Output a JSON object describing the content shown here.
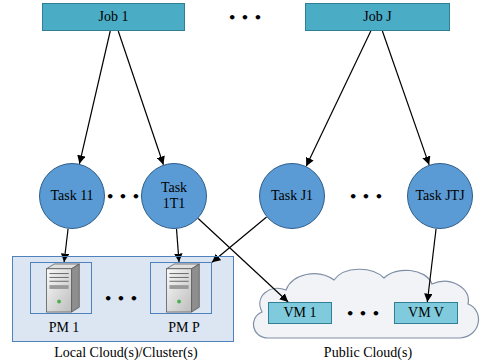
{
  "diagram": {
    "nodes": [
      {
        "text": [
          "Job 1"
        ]
      },
      {
        "text": [
          "Job J"
        ]
      },
      {
        "text": [
          "Task 11"
        ]
      },
      {
        "text": [
          "Task 1T1"
        ]
      },
      {
        "text": [
          "Task J1"
        ]
      },
      {
        "text": [
          "Task JTJ"
        ]
      },
      {
        "text": [
          "Local Cloud(s)/Cluster(s)"
        ]
      },
      {
        "text": [
          "PM 1"
        ],
        "in": 6
      },
      {
        "text": [
          "PM P"
        ],
        "in": 6
      },
      {
        "text": [
          "Public Cloud(s)"
        ]
      },
      {
        "text": [
          "VM 1"
        ],
        "in": 9
      },
      {
        "text": [
          "VM V"
        ],
        "in": 9
      }
    ],
    "edges": [
      {
        "from": 0,
        "to": 2,
        "arrow": "to"
      },
      {
        "from": 0,
        "to": 3,
        "arrow": "to"
      },
      {
        "from": 1,
        "to": 4,
        "arrow": "to"
      },
      {
        "from": 1,
        "to": 5,
        "arrow": "to"
      },
      {
        "from": 2,
        "to": 7,
        "arrow": "to"
      },
      {
        "from": 3,
        "to": 8,
        "arrow": "to"
      },
      {
        "from": 3,
        "to": 10,
        "arrow": "to"
      },
      {
        "from": 4,
        "to": 8,
        "arrow": "to"
      },
      {
        "from": 5,
        "to": 11,
        "arrow": "to"
      }
    ],
    "labels": [
      "• • •",
      "• • •",
      "• • •",
      "• • •",
      "• • •"
    ]
  }
}
